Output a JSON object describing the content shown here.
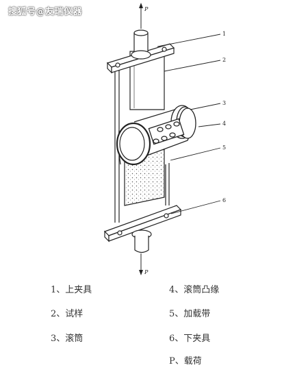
{
  "watermark": "搜狐号@友瑞仪器",
  "diagram": {
    "force_label_top": "P",
    "force_label_bottom": "P",
    "callouts": [
      "1",
      "2",
      "3",
      "4",
      "5",
      "6"
    ]
  },
  "legend": [
    {
      "num": "1、",
      "text": "上夹具"
    },
    {
      "num": "4、",
      "text": "滚筒凸缘"
    },
    {
      "num": "2、",
      "text": "试样"
    },
    {
      "num": "5、",
      "text": "加载带"
    },
    {
      "num": "3、",
      "text": "滚筒"
    },
    {
      "num": "6、",
      "text": "下夹具"
    },
    {
      "num": "P、",
      "text": "载荷"
    }
  ],
  "colors": {
    "line": "#222222",
    "sample_dots": "#555555"
  }
}
